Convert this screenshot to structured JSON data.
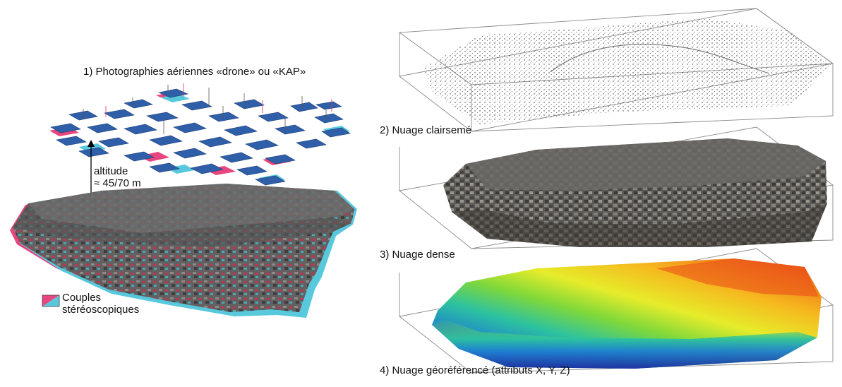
{
  "left_panel": {
    "title": "1) Photographies aériennes «drone» ou «KAP»",
    "altitude_line1": "altitude",
    "altitude_line2": "≈ 45/70 m",
    "legend_line1": "Couples",
    "legend_line2": "stéréoscopiques",
    "colors": {
      "photo_blue": "#2f5fa8",
      "photo_pink": "#e8467e",
      "photo_cyan": "#58c8dc",
      "terrain": "#6e6e6e"
    }
  },
  "right_panel": {
    "step2": "2) Nuage clairsemé",
    "step3": "3) Nuage dense",
    "step4": "4) Nuage géoréférencé (attributs X, Y, Z)",
    "elevation_colormap": [
      "#1f2f9e",
      "#1e7fd0",
      "#2cc2a0",
      "#7fd83a",
      "#e6ec2a",
      "#f6b81e",
      "#ea4a18"
    ]
  }
}
